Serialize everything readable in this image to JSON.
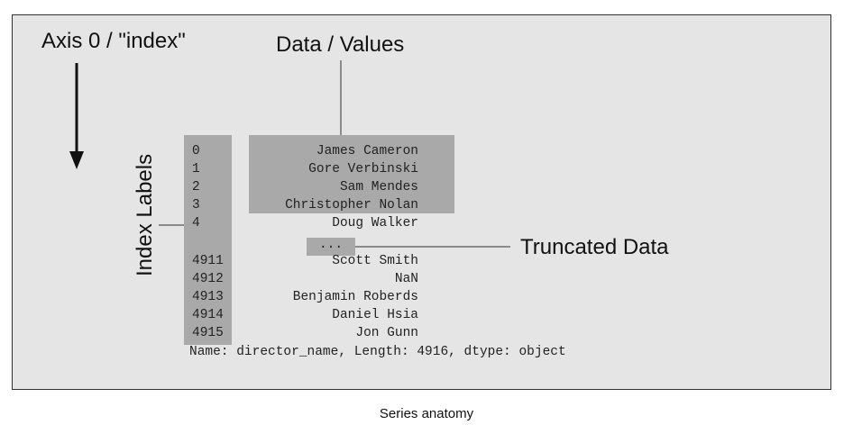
{
  "labels": {
    "axis": "Axis 0 / \"index\"",
    "values": "Data / Values",
    "index_labels": "Index Labels",
    "truncated": "Truncated Data"
  },
  "rows_top": [
    {
      "index": "0",
      "value": "James Cameron"
    },
    {
      "index": "1",
      "value": "Gore Verbinski"
    },
    {
      "index": "2",
      "value": "Sam Mendes"
    },
    {
      "index": "3",
      "value": "Christopher Nolan"
    },
    {
      "index": "4",
      "value": "Doug Walker"
    }
  ],
  "ellipsis": "...",
  "rows_bottom": [
    {
      "index": "4911",
      "value": "Scott Smith"
    },
    {
      "index": "4912",
      "value": "NaN"
    },
    {
      "index": "4913",
      "value": "Benjamin Roberds"
    },
    {
      "index": "4914",
      "value": "Daniel Hsia"
    },
    {
      "index": "4915",
      "value": "Jon Gunn"
    }
  ],
  "footer": "Name: director_name, Length: 4916, dtype: object",
  "caption": "Series anatomy",
  "colors": {
    "panel": "#e5e5e5",
    "shade": "#a9a9a9",
    "line": "#8a8a8a",
    "arrow": "#111111"
  }
}
